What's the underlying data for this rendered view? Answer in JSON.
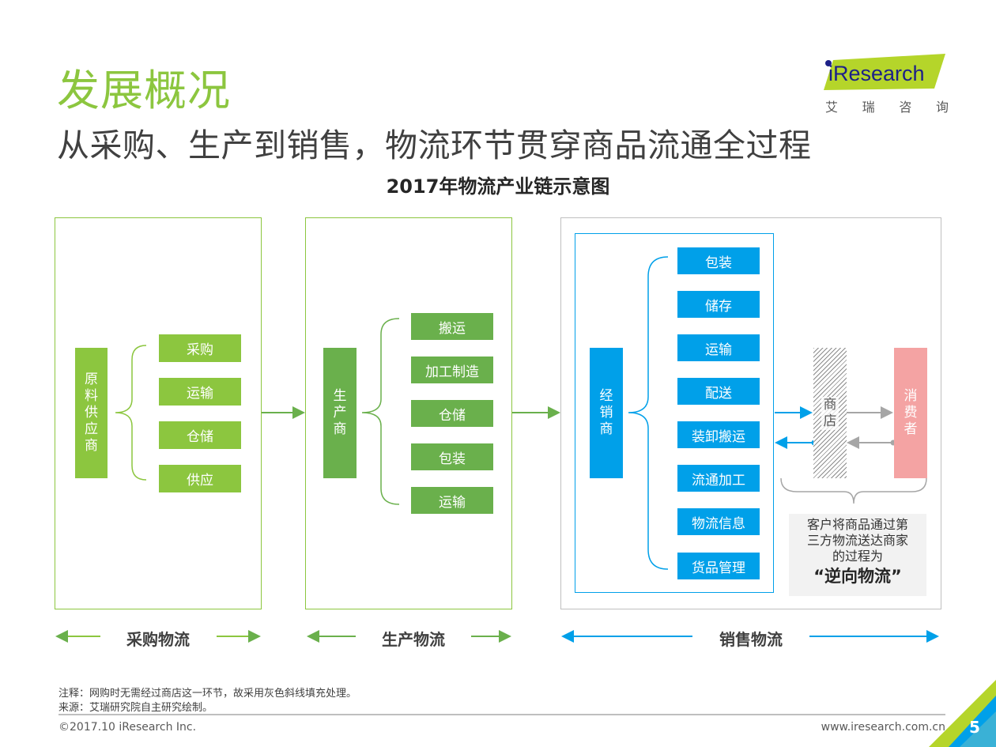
{
  "header": {
    "title": "发展概况",
    "subtitle": "从采购、生产到销售，物流环节贯穿商品流通全过程"
  },
  "logo": {
    "name": "iResearch",
    "cn": [
      "艾",
      "瑞",
      "咨",
      "询"
    ]
  },
  "diagram": {
    "title": "2017年物流产业链示意图",
    "procurement": {
      "actor": [
        "原",
        "料",
        "供",
        "应",
        "商"
      ],
      "items": [
        "采购",
        "运输",
        "仓储",
        "供应"
      ],
      "stage_label": "采购物流"
    },
    "production": {
      "actor": [
        "生",
        "产",
        "商"
      ],
      "items": [
        "搬运",
        "加工制造",
        "仓储",
        "包装",
        "运输"
      ],
      "stage_label": "生产物流"
    },
    "sales": {
      "actor": [
        "经",
        "销",
        "商"
      ],
      "items": [
        "包装",
        "储存",
        "运输",
        "配送",
        "装卸搬运",
        "流通加工",
        "物流信息",
        "货品管理"
      ],
      "store": [
        "商",
        "店"
      ],
      "consumer": [
        "消",
        "费",
        "者"
      ],
      "note_lines": [
        "客户将商品通过第",
        "三方物流送达商家",
        "的过程为"
      ],
      "note_emphasis": "“逆向物流”",
      "stage_label": "销售物流"
    }
  },
  "footer": {
    "note": "注释：网购时无需经过商店这一环节，故采用灰色斜线填充处理。",
    "source": "来源：艾瑞研究院自主研究绘制。",
    "copyright": "©2017.10 iResearch Inc.",
    "website": "www.iresearch.com.cn",
    "page": "5"
  },
  "colors": {
    "green_light": "#8cc63f",
    "green_dark": "#6ab04c",
    "blue": "#00a0e9",
    "pink": "#f4a3a3",
    "gray": "#a6a6a6"
  }
}
